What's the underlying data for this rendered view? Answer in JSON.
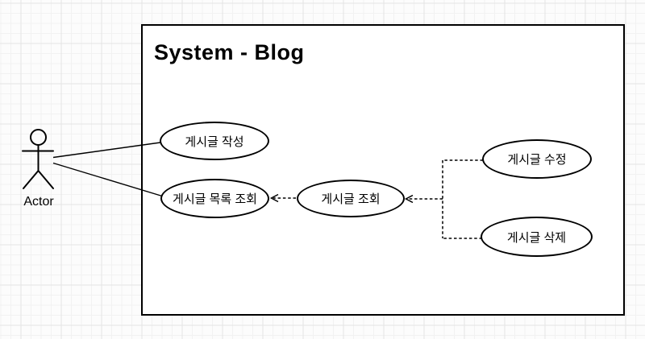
{
  "diagram": {
    "system_title": "System - Blog",
    "actor": {
      "label": "Actor"
    },
    "use_cases": [
      {
        "id": "write",
        "label": "게시글 작성"
      },
      {
        "id": "list",
        "label": "게시글 목록 조회"
      },
      {
        "id": "read",
        "label": "게시글 조회"
      },
      {
        "id": "update",
        "label": "게시글 수정"
      },
      {
        "id": "delete",
        "label": "게시글 삭제"
      }
    ],
    "relationships": [
      {
        "from": "Actor",
        "to": "게시글 작성",
        "type": "association"
      },
      {
        "from": "Actor",
        "to": "게시글 목록 조회",
        "type": "association"
      },
      {
        "from": "게시글 조회",
        "to": "게시글 목록 조회",
        "type": "dashed-arrow"
      },
      {
        "from": "게시글 수정",
        "to": "게시글 조회",
        "type": "dashed-arrow"
      },
      {
        "from": "게시글 삭제",
        "to": "게시글 조회",
        "type": "dashed-arrow"
      }
    ],
    "colors": {
      "stroke": "#000000",
      "shape_fill": "#ffffff",
      "background": "#fcfcfc",
      "grid_minor": "#f2f2f2",
      "grid_major": "#e4e4e4"
    }
  }
}
